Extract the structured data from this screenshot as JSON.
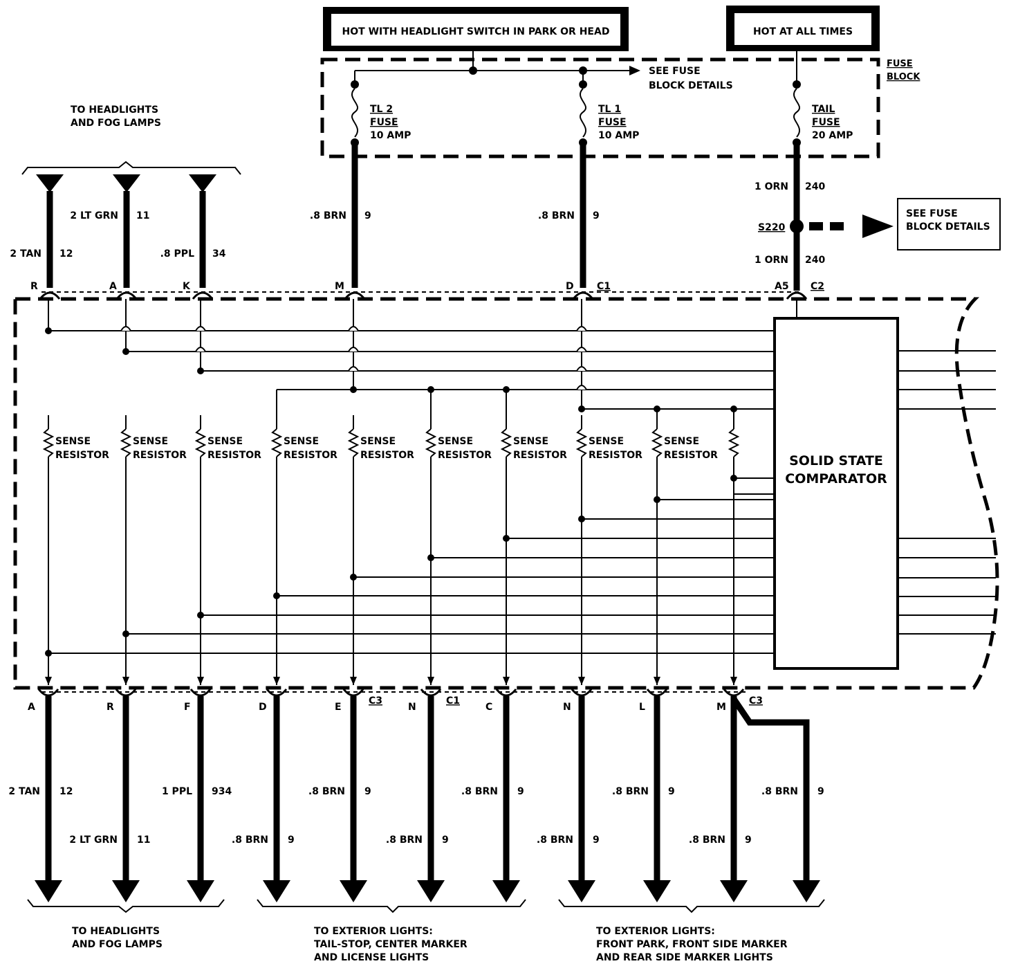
{
  "header": {
    "hot_headlight": "HOT WITH HEADLIGHT SWITCH IN PARK OR HEAD",
    "hot_all_times": "HOT AT ALL TIMES",
    "fuse_block": [
      "FUSE",
      "BLOCK"
    ],
    "see_fuse_block_top": [
      "SEE FUSE",
      "BLOCK DETAILS"
    ],
    "see_fuse_block_right": [
      "SEE FUSE",
      "BLOCK DETAILS"
    ]
  },
  "fuses": [
    {
      "lines": [
        "TL 2",
        "FUSE",
        "10 AMP"
      ]
    },
    {
      "lines": [
        "TL 1",
        "FUSE",
        "10 AMP"
      ]
    },
    {
      "lines": [
        "TAIL",
        "FUSE",
        "20 AMP"
      ]
    }
  ],
  "splice": {
    "label": "S220"
  },
  "top_group_label": [
    "TO HEADLIGHTS",
    "AND FOG LAMPS"
  ],
  "top_wires": [
    {
      "gauge_color": "2 TAN",
      "circuit": "12",
      "pin": "R"
    },
    {
      "gauge_color": "2 LT GRN",
      "circuit": "11",
      "pin": "A"
    },
    {
      "gauge_color": ".8 PPL",
      "circuit": "34",
      "pin": "K"
    },
    {
      "gauge_color": ".8 BRN",
      "circuit": "9",
      "pin": "M"
    },
    {
      "gauge_color": ".8 BRN",
      "circuit": "9",
      "pin": "D",
      "connector": "C1"
    },
    {
      "gauge_color_a": "1 ORN",
      "circuit_a": "240",
      "gauge_color_b": "1 ORN",
      "circuit_b": "240",
      "pin": "A5",
      "connector": "C2"
    }
  ],
  "module": {
    "comparator": [
      "SOLID STATE",
      "COMPARATOR"
    ],
    "resistor_label": [
      "SENSE",
      "RESISTOR"
    ]
  },
  "bottom_wires": [
    {
      "pin": "A",
      "gauge_color": "2 TAN",
      "circuit": "12"
    },
    {
      "pin": "R",
      "gauge_color": "2 LT GRN",
      "circuit": "11"
    },
    {
      "pin": "F",
      "gauge_color": "1 PPL",
      "circuit": "934"
    },
    {
      "pin": "D",
      "gauge_color": ".8 BRN",
      "circuit": "9"
    },
    {
      "pin": "E",
      "connector": "C3",
      "gauge_color": ".8 BRN",
      "circuit": "9"
    },
    {
      "pin": "N",
      "connector": "C1",
      "gauge_color": ".8 BRN",
      "circuit": "9"
    },
    {
      "pin": "C",
      "gauge_color": ".8 BRN",
      "circuit": "9"
    },
    {
      "pin": "N",
      "gauge_color": ".8 BRN",
      "circuit": "9"
    },
    {
      "pin": "L",
      "gauge_color": ".8 BRN",
      "circuit": "9"
    },
    {
      "pin": "M",
      "connector": "C3",
      "gauge_color": ".8 BRN",
      "circuit": "9"
    },
    {
      "gauge_color": ".8 BRN",
      "circuit": "9"
    }
  ],
  "bottom_groups": [
    {
      "lines": [
        "TO HEADLIGHTS",
        "AND FOG LAMPS"
      ]
    },
    {
      "lines": [
        "TO EXTERIOR LIGHTS:",
        "TAIL-STOP, CENTER MARKER",
        "AND LICENSE LIGHTS"
      ]
    },
    {
      "lines": [
        "TO EXTERIOR LIGHTS:",
        "FRONT PARK, FRONT SIDE MARKER",
        "AND REAR SIDE MARKER LIGHTS"
      ]
    }
  ]
}
